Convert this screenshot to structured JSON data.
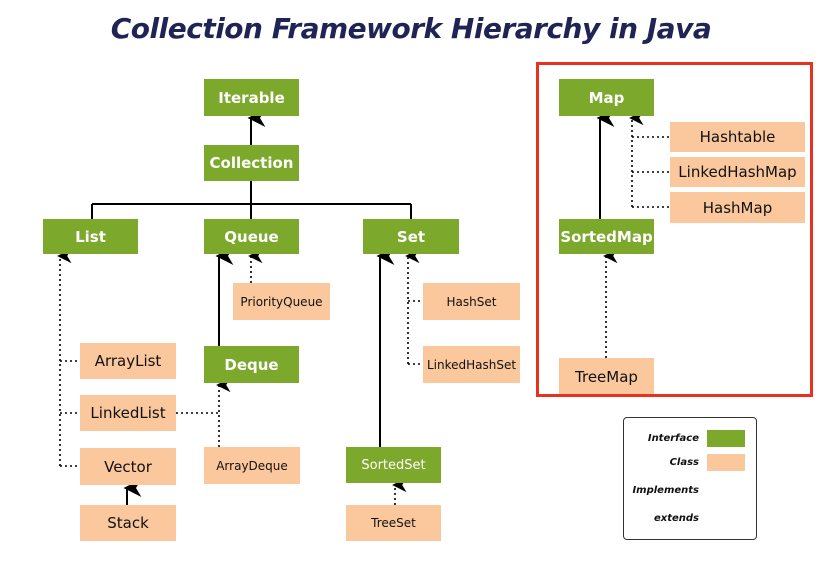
{
  "title": "Collection Framework Hierarchy in Java",
  "interfaces": {
    "iterable": "Iterable",
    "collection": "Collection",
    "list": "List",
    "queue": "Queue",
    "set": "Set",
    "deque": "Deque",
    "sortedset": "SortedSet",
    "map": "Map",
    "sortedmap": "SortedMap"
  },
  "classes": {
    "priorityqueue": "PriorityQueue",
    "hashset": "HashSet",
    "linkedhashset": "LinkedHashSet",
    "arraylist": "ArrayList",
    "linkedlist": "LinkedList",
    "vector": "Vector",
    "stack": "Stack",
    "arraydeque": "ArrayDeque",
    "treeset": "TreeSet",
    "hashtable": "Hashtable",
    "linkedhashmap": "LinkedHashMap",
    "hashmap": "HashMap",
    "treemap": "TreeMap"
  },
  "legend": {
    "interface": "Interface",
    "class": "Class",
    "implements": "Implements",
    "extends": "extends"
  },
  "colors": {
    "interface": "#7ca82b",
    "class": "#fbc79c",
    "highlight": "#e8321f",
    "title": "#1f2454"
  }
}
